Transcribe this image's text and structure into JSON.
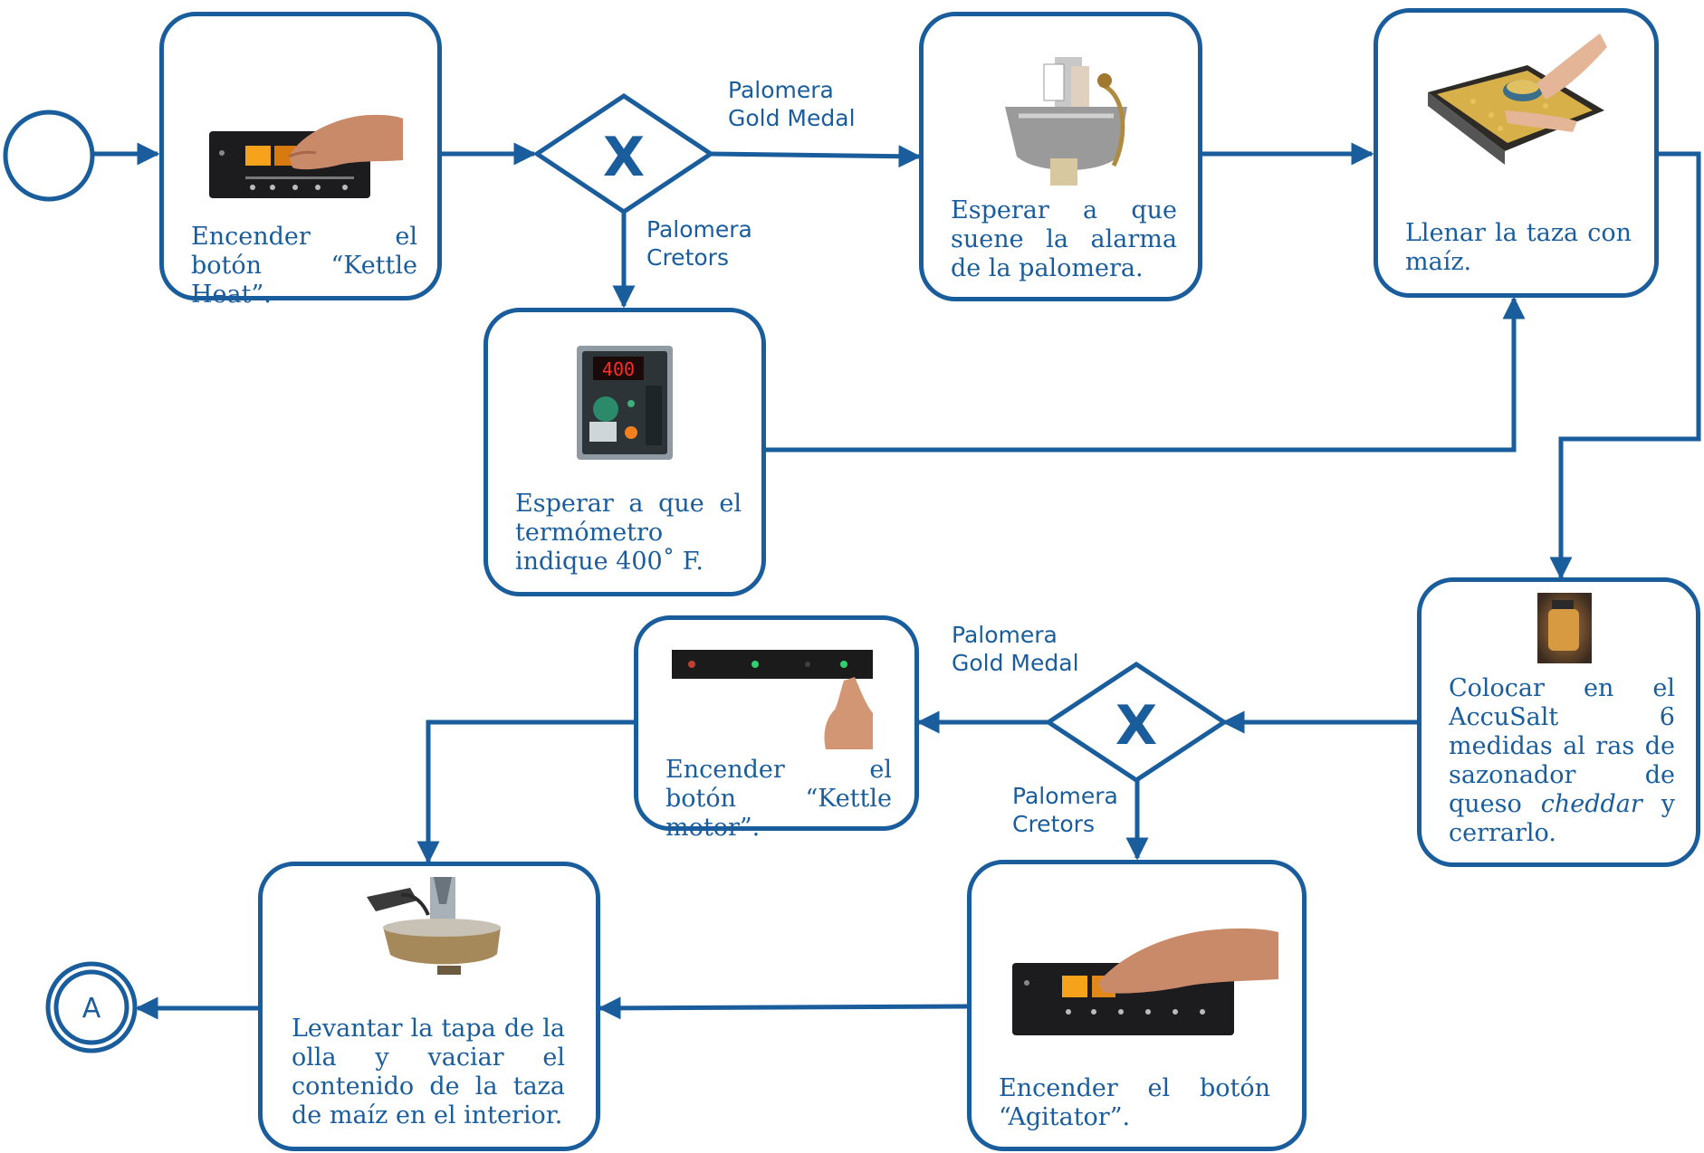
{
  "colors": {
    "accent": "#1a5d9c"
  },
  "start_event": {
    "icon": "start-event-circle"
  },
  "end_event": {
    "label": "A"
  },
  "gateways": [
    {
      "symbol": "X"
    },
    {
      "symbol": "X"
    }
  ],
  "branch_labels": {
    "gw1_gold_medal": {
      "line1": "Palomera",
      "line2": "Gold Medal"
    },
    "gw1_cretors": {
      "line1": "Palomera",
      "line2": "Cretors"
    },
    "gw2_gold_medal": {
      "line1": "Palomera",
      "line2": "Gold Medal"
    },
    "gw2_cretors": {
      "line1": "Palomera",
      "line2": "Cretors"
    }
  },
  "tasks": {
    "kettle_heat": {
      "text": "Encender el botón “Kettle Heat”.",
      "image": "control-panel-finger-photo"
    },
    "wait_alarm": {
      "text": "Esperar a que suene la alarma de la palomera.",
      "image": "popcorn-kettle-photo"
    },
    "fill_cup": {
      "text": "Llenar la taza con maíz.",
      "image": "corn-tray-cup-photo"
    },
    "wait_thermometer": {
      "text": "Esperar a que el termómetro indique 400˚ F.",
      "image": "thermometer-panel-photo",
      "display_value": "400"
    },
    "accusalt": {
      "text_before": "Colocar en el AccuSalt 6 medidas al ras de sazonador de queso ",
      "text_italic": "cheddar",
      "text_after": " y cerrarlo.",
      "image": "seasoning-container-photo"
    },
    "kettle_motor": {
      "text": "Encender el botón “Kettle motor”.",
      "image": "switch-panel-finger-photo"
    },
    "agitator": {
      "text": "Encender el botón “Agitator”.",
      "image": "control-panel-finger-photo"
    },
    "empty_cup": {
      "text": "Levantar la tapa de la olla y vaciar el contenido de la taza de maíz en el interior.",
      "image": "kettle-lid-photo"
    }
  }
}
